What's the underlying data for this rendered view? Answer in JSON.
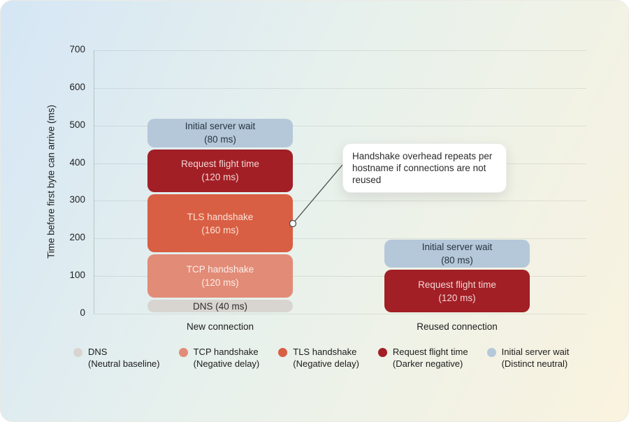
{
  "chart_data": {
    "type": "bar",
    "stacked": true,
    "title": "",
    "xlabel": "",
    "ylabel": "Time before first byte can arrive (ms)",
    "ylim": [
      0,
      700
    ],
    "yticks": [
      0,
      100,
      200,
      300,
      400,
      500,
      600,
      700
    ],
    "grid": true,
    "legend_position": "bottom",
    "categories": [
      "New connection",
      "Reused connection"
    ],
    "series": [
      {
        "name": "DNS",
        "values": [
          40,
          0
        ],
        "color": "#d8d5d0",
        "label_color": "#2e2e2e",
        "segment_labels": [
          [
            "DNS (40 ms)"
          ],
          []
        ]
      },
      {
        "name": "TCP handshake",
        "values": [
          120,
          0
        ],
        "color": "#e28b77",
        "label_color": "#fdeee8",
        "segment_labels": [
          [
            "TCP handshake",
            "(120 ms)"
          ],
          []
        ]
      },
      {
        "name": "TLS handshake",
        "values": [
          160,
          0
        ],
        "color": "#d85f43",
        "label_color": "#fbe2d8",
        "segment_labels": [
          [
            "TLS handshake",
            "(160 ms)"
          ],
          []
        ]
      },
      {
        "name": "Request flight time",
        "values": [
          120,
          120
        ],
        "color": "#a21f26",
        "label_color": "#f3d6d3",
        "segment_labels": [
          [
            "Request flight time",
            "(120 ms)"
          ],
          [
            "Request flight time",
            "(120 ms)"
          ]
        ]
      },
      {
        "name": "Initial server wait",
        "values": [
          80,
          80
        ],
        "color": "#b5c8da",
        "label_color": "#25333f",
        "segment_labels": [
          [
            "Initial server wait",
            "(80 ms)"
          ],
          [
            "Initial server wait",
            "(80 ms)"
          ]
        ]
      }
    ],
    "annotation": {
      "text": "Handshake overhead repeats per hostname if connections are not reused",
      "target": "TLS handshake"
    }
  },
  "legend": {
    "items": [
      {
        "label": "DNS",
        "sublabel": "(Neutral baseline)",
        "color": "#d8d5d0"
      },
      {
        "label": "TCP handshake",
        "sublabel": "(Negative delay)",
        "color": "#e28b77"
      },
      {
        "label": "TLS handshake",
        "sublabel": "(Negative delay)",
        "color": "#d85f43"
      },
      {
        "label": "Request flight time",
        "sublabel": "(Darker negative)",
        "color": "#a21f26"
      },
      {
        "label": "Initial server wait",
        "sublabel": "(Distinct neutral)",
        "color": "#b5c8da"
      }
    ]
  }
}
